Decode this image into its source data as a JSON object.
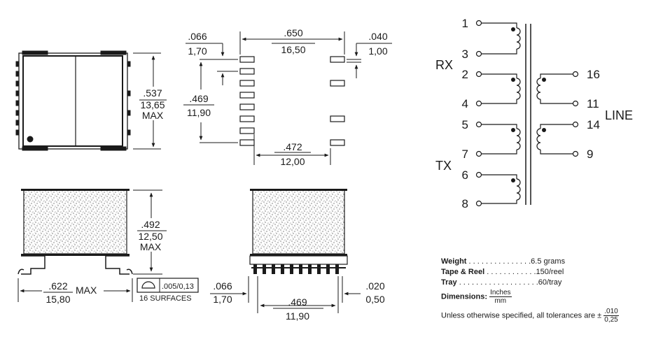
{
  "top_view": {
    "height_in": ".537",
    "height_mm": "13,65",
    "height_max": "MAX"
  },
  "footprint": {
    "pad_offset_in": ".066",
    "pad_offset_mm": "1,70",
    "span_in": ".650",
    "span_mm": "16,50",
    "pad_width_in": ".040",
    "pad_width_mm": "1,00",
    "row_span_in": ".469",
    "row_span_mm": "11,90",
    "pad_pitch_in": ".472",
    "pad_pitch_mm": "12,00"
  },
  "side_view": {
    "height_in": ".492",
    "height_mm": "12,50",
    "height_max": "MAX",
    "width_in": ".622",
    "width_mm": "15,80",
    "width_max": "MAX",
    "coplanarity": ".005/0,13",
    "surfaces": "16 SURFACES"
  },
  "end_view": {
    "lead_in": ".066",
    "lead_mm": "1,70",
    "span_in": ".469",
    "span_mm": "11,90",
    "tip_in": ".020",
    "tip_mm": "0,50"
  },
  "schematic": {
    "pins_left": [
      "1",
      "3",
      "2",
      "4",
      "5",
      "7",
      "6",
      "8"
    ],
    "pins_right": [
      "16",
      "11",
      "14",
      "9"
    ],
    "label_rx": "RX",
    "label_tx": "TX",
    "label_line": "LINE"
  },
  "specs": {
    "weight_label": "Weight",
    "weight_dots": " . . . . . . . . . . . . . . .",
    "weight_value": "6.5 grams",
    "tape_label": "Tape & Reel",
    "tape_dots": " . . . . . . . . . . . .",
    "tape_value": "150/reel",
    "tray_label": "Tray",
    "tray_dots": " . . . . . . . . . . . . . . . . . . .",
    "tray_value": "60/tray",
    "dimensions_label": "Dimensions:",
    "dim_num": "Inches",
    "dim_den": "mm",
    "tolerance_text": "Unless otherwise specified, all tolerances are ±",
    "tol_num": ".010",
    "tol_den": "0,25"
  }
}
